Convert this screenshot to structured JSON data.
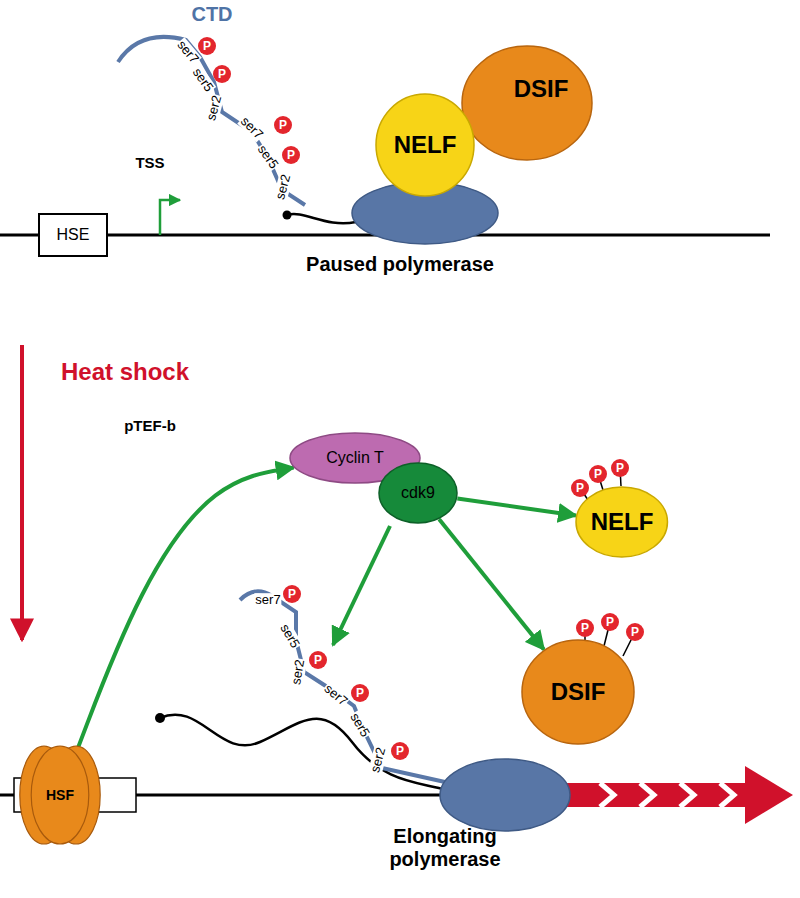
{
  "diagram": {
    "nodes": [
      {
        "text": [
          "HSE"
        ]
      },
      {
        "text": [
          "NELF"
        ]
      },
      {
        "text": [
          "DSIF"
        ]
      },
      {
        "text": [
          "Paused polymerase"
        ]
      },
      {
        "text": [
          "Cyclin T"
        ]
      },
      {
        "text": [
          "cdk9"
        ]
      },
      {
        "text": [
          "NELF"
        ]
      },
      {
        "text": [
          "DSIF"
        ]
      },
      {
        "text": [
          "HSF"
        ]
      },
      {
        "text": [
          "Elongating polymerase"
        ]
      }
    ],
    "edges": [
      {
        "from": 8,
        "to": 4,
        "arrow": "to"
      },
      {
        "from": 5,
        "to": 6,
        "arrow": "to"
      },
      {
        "from": 5,
        "to": 7,
        "arrow": "to"
      }
    ],
    "labels": [
      "CTD",
      "TSS",
      "ser7",
      "P",
      "ser5",
      "P",
      "ser2",
      "ser7",
      "P",
      "ser5",
      "P",
      "ser2",
      "Heat shock",
      "pTEF-b",
      "P",
      "P",
      "P",
      "P",
      "P",
      "P",
      "ser7",
      "P",
      "ser5",
      "ser2",
      "P",
      "ser7",
      "P",
      "ser5",
      "ser2",
      "P"
    ]
  }
}
